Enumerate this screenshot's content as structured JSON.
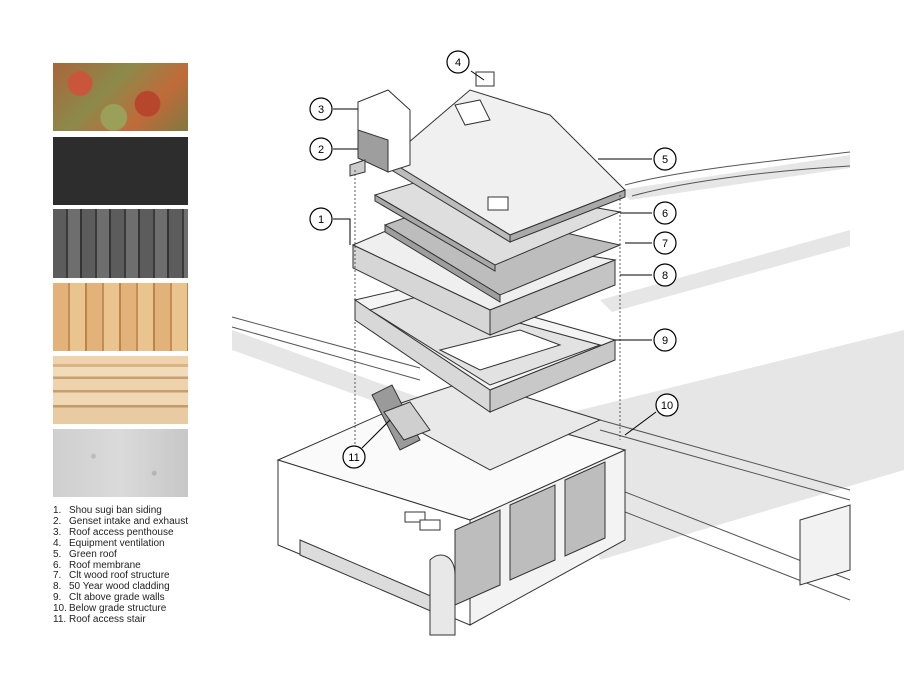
{
  "legend": [
    {
      "num": "1.",
      "label": "Shou sugi ban siding"
    },
    {
      "num": "2.",
      "label": "Genset intake and exhaust"
    },
    {
      "num": "3.",
      "label": "Roof access penthouse"
    },
    {
      "num": "4.",
      "label": "Equipment ventilation"
    },
    {
      "num": "5.",
      "label": "Green roof"
    },
    {
      "num": "6.",
      "label": "Roof membrane"
    },
    {
      "num": "7.",
      "label": "Clt wood roof structure"
    },
    {
      "num": "8.",
      "label": "50 Year wood cladding"
    },
    {
      "num": "9.",
      "label": "Clt above grade walls"
    },
    {
      "num": "10.",
      "label": "Below grade structure"
    },
    {
      "num": "11.",
      "label": "Roof access stair"
    }
  ],
  "callouts": [
    "1",
    "2",
    "3",
    "4",
    "5",
    "6",
    "7",
    "8",
    "9",
    "10",
    "11"
  ]
}
